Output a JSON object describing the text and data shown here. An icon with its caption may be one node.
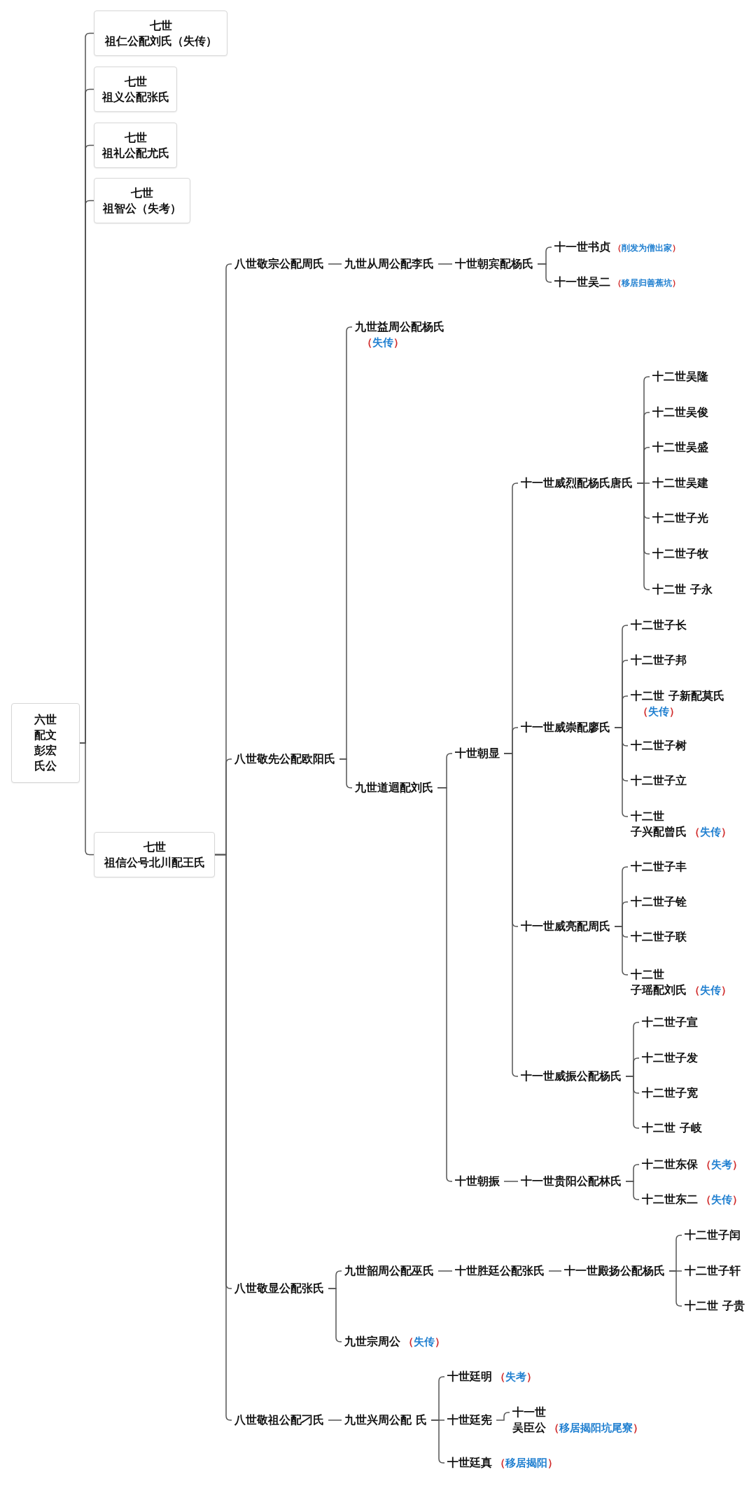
{
  "diagram": {
    "nodes": [
      {
        "text": [
          "六世配文彭宏氏公"
        ]
      },
      {
        "text": [
          "七世",
          "祖仁公配刘氏（失传）"
        ]
      },
      {
        "text": [
          "七世",
          "祖义公配张氏"
        ]
      },
      {
        "text": [
          "七世",
          "祖礼公配尤氏"
        ]
      },
      {
        "text": [
          "七世",
          "祖智公（失考）"
        ]
      },
      {
        "text": [
          "七世",
          "祖信公号北川配王氏"
        ]
      },
      {
        "text": [
          "八世敬宗公配周氏"
        ]
      },
      {
        "text": [
          "九世从周公配李氏"
        ]
      },
      {
        "text": [
          "十世朝宾配杨氏"
        ]
      },
      {
        "text": [
          "十一世书贞"
        ],
        "beside": [
          "（削发为僧出家）"
        ]
      },
      {
        "text": [
          "十一世吴二"
        ],
        "beside": [
          "（移居归善蕉坑）"
        ]
      },
      {
        "text": [
          "八世敬先公配欧阳氏"
        ]
      },
      {
        "text": [
          "九世益周公配杨氏"
        ],
        "beside": [
          "（失传）"
        ]
      },
      {
        "text": [
          "九世道迴配刘氏"
        ]
      },
      {
        "text": [
          "十世朝显"
        ]
      },
      {
        "text": [
          "十一世威烈配杨氏唐氏"
        ]
      },
      {
        "text": [
          "十二世吴隆"
        ]
      },
      {
        "text": [
          "十二世吴俊"
        ]
      },
      {
        "text": [
          "十二世吴盛"
        ]
      },
      {
        "text": [
          "十二世吴建"
        ]
      },
      {
        "text": [
          "十二世子光"
        ]
      },
      {
        "text": [
          "十二世子牧"
        ]
      },
      {
        "text": [
          "十二世 子永"
        ]
      },
      {
        "text": [
          "十一世威崇配廖氏"
        ]
      },
      {
        "text": [
          "十二世子长"
        ]
      },
      {
        "text": [
          "十二世子邦"
        ]
      },
      {
        "text": [
          "十二世 子新配莫氏"
        ],
        "beside": [
          "（失传）"
        ]
      },
      {
        "text": [
          "十二世子树"
        ]
      },
      {
        "text": [
          "十二世子立"
        ]
      },
      {
        "text": [
          "十二世",
          "子兴配曾氏"
        ],
        "beside": [
          "（失传）"
        ]
      },
      {
        "text": [
          "十一世威亮配周氏"
        ]
      },
      {
        "text": [
          "十二世子丰"
        ]
      },
      {
        "text": [
          "十二世子铨"
        ]
      },
      {
        "text": [
          "十二世子联"
        ]
      },
      {
        "text": [
          "十二世",
          "子瑶配刘氏"
        ],
        "beside": [
          "（失传）"
        ]
      },
      {
        "text": [
          "十一世威振公配杨氏"
        ]
      },
      {
        "text": [
          "十二世子宣"
        ]
      },
      {
        "text": [
          "十二世子发"
        ]
      },
      {
        "text": [
          "十二世子宽"
        ]
      },
      {
        "text": [
          "十二世 子岐"
        ]
      },
      {
        "text": [
          "十世朝振"
        ]
      },
      {
        "text": [
          "十一世贵阳公配林氏"
        ]
      },
      {
        "text": [
          "十二世东保"
        ],
        "beside": [
          "（失考）"
        ]
      },
      {
        "text": [
          "十二世东二"
        ],
        "beside": [
          "（失传）"
        ]
      },
      {
        "text": [
          "八世敬显公配张氏"
        ]
      },
      {
        "text": [
          "九世韶周公配巫氏"
        ]
      },
      {
        "text": [
          "十世胜廷公配张氏"
        ]
      },
      {
        "text": [
          "十一世殿扬公配杨氏"
        ]
      },
      {
        "text": [
          "十二世子闰"
        ]
      },
      {
        "text": [
          "十二世子轩"
        ]
      },
      {
        "text": [
          "十二世 子贵"
        ]
      },
      {
        "text": [
          "九世宗周公"
        ],
        "beside": [
          "（失传）"
        ]
      },
      {
        "text": [
          "八世敬祖公配刁氏"
        ]
      },
      {
        "text": [
          "九世兴周公配 氏"
        ]
      },
      {
        "text": [
          "十世廷明"
        ],
        "beside": [
          "（失考）"
        ]
      },
      {
        "text": [
          "十世廷宪"
        ]
      },
      {
        "text": [
          "十一世",
          "吴臣公"
        ],
        "beside": [
          "（移居揭阳坑尾寮）"
        ]
      },
      {
        "text": [
          "十世廷真"
        ],
        "beside": [
          "（移居揭阳）"
        ]
      }
    ],
    "edges": [
      {
        "from": 0,
        "to": 1,
        "arrow": "none"
      },
      {
        "from": 0,
        "to": 2,
        "arrow": "none"
      },
      {
        "from": 0,
        "to": 3,
        "arrow": "none"
      },
      {
        "from": 0,
        "to": 4,
        "arrow": "none"
      },
      {
        "from": 0,
        "to": 5,
        "arrow": "none"
      },
      {
        "from": 5,
        "to": 6,
        "arrow": "none"
      },
      {
        "from": 5,
        "to": 11,
        "arrow": "none"
      },
      {
        "from": 5,
        "to": 44,
        "arrow": "none"
      },
      {
        "from": 5,
        "to": 52,
        "arrow": "none"
      },
      {
        "from": 6,
        "to": 7,
        "arrow": "none"
      },
      {
        "from": 7,
        "to": 8,
        "arrow": "none"
      },
      {
        "from": 8,
        "to": 9,
        "arrow": "none"
      },
      {
        "from": 8,
        "to": 10,
        "arrow": "none"
      },
      {
        "from": 11,
        "to": 12,
        "arrow": "none"
      },
      {
        "from": 11,
        "to": 13,
        "arrow": "none"
      },
      {
        "from": 13,
        "to": 14,
        "arrow": "none"
      },
      {
        "from": 13,
        "to": 40,
        "arrow": "none"
      },
      {
        "from": 14,
        "to": 15,
        "arrow": "none"
      },
      {
        "from": 14,
        "to": 23,
        "arrow": "none"
      },
      {
        "from": 14,
        "to": 30,
        "arrow": "none"
      },
      {
        "from": 14,
        "to": 35,
        "arrow": "none"
      },
      {
        "from": 15,
        "to": 16,
        "arrow": "none"
      },
      {
        "from": 15,
        "to": 17,
        "arrow": "none"
      },
      {
        "from": 15,
        "to": 18,
        "arrow": "none"
      },
      {
        "from": 15,
        "to": 19,
        "arrow": "none"
      },
      {
        "from": 15,
        "to": 20,
        "arrow": "none"
      },
      {
        "from": 15,
        "to": 21,
        "arrow": "none"
      },
      {
        "from": 15,
        "to": 22,
        "arrow": "none"
      },
      {
        "from": 23,
        "to": 24,
        "arrow": "none"
      },
      {
        "from": 23,
        "to": 25,
        "arrow": "none"
      },
      {
        "from": 23,
        "to": 26,
        "arrow": "none"
      },
      {
        "from": 23,
        "to": 27,
        "arrow": "none"
      },
      {
        "from": 23,
        "to": 28,
        "arrow": "none"
      },
      {
        "from": 23,
        "to": 29,
        "arrow": "none"
      },
      {
        "from": 30,
        "to": 31,
        "arrow": "none"
      },
      {
        "from": 30,
        "to": 32,
        "arrow": "none"
      },
      {
        "from": 30,
        "to": 33,
        "arrow": "none"
      },
      {
        "from": 30,
        "to": 34,
        "arrow": "none"
      },
      {
        "from": 35,
        "to": 36,
        "arrow": "none"
      },
      {
        "from": 35,
        "to": 37,
        "arrow": "none"
      },
      {
        "from": 35,
        "to": 38,
        "arrow": "none"
      },
      {
        "from": 35,
        "to": 39,
        "arrow": "none"
      },
      {
        "from": 40,
        "to": 41,
        "arrow": "none"
      },
      {
        "from": 41,
        "to": 42,
        "arrow": "none"
      },
      {
        "from": 41,
        "to": 43,
        "arrow": "none"
      },
      {
        "from": 44,
        "to": 45,
        "arrow": "none"
      },
      {
        "from": 44,
        "to": 51,
        "arrow": "none"
      },
      {
        "from": 45,
        "to": 46,
        "arrow": "none"
      },
      {
        "from": 46,
        "to": 47,
        "arrow": "none"
      },
      {
        "from": 47,
        "to": 48,
        "arrow": "none"
      },
      {
        "from": 47,
        "to": 49,
        "arrow": "none"
      },
      {
        "from": 47,
        "to": 50,
        "arrow": "none"
      },
      {
        "from": 52,
        "to": 53,
        "arrow": "none"
      },
      {
        "from": 53,
        "to": 54,
        "arrow": "none"
      },
      {
        "from": 53,
        "to": 55,
        "arrow": "none"
      },
      {
        "from": 53,
        "to": 57,
        "arrow": "none"
      },
      {
        "from": 55,
        "to": 56,
        "arrow": "none"
      }
    ]
  }
}
